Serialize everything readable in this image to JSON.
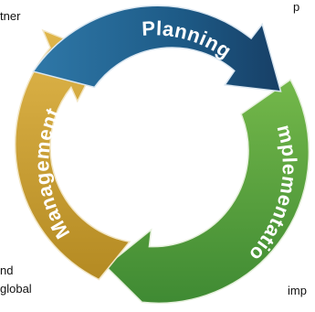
{
  "background_text": {
    "top_left": "tner",
    "top_right": "p",
    "bottom_left_1": "nd",
    "bottom_left_2": "global",
    "bottom_left_3": "",
    "bottom_right": "imp"
  },
  "cycle": {
    "segments": [
      {
        "label": "Planning",
        "color": "#1d5a86"
      },
      {
        "label": "Implementation",
        "color": "#4e9a3b"
      },
      {
        "label": "Management",
        "color": "#c9a031"
      }
    ]
  }
}
